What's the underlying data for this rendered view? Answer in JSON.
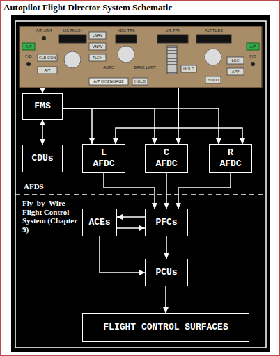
{
  "diagram": {
    "title": "Autopilot Flight Director System Schematic",
    "nodes": [
      {
        "text": [
          "A/T ARM",
          "A/P",
          "F/D",
          "CLB CON",
          "A/T",
          "IAS MACH",
          "LNAV",
          "VNAV",
          "FLCH",
          "HDG TRK",
          "AUTO",
          "BANK LIMIT",
          "A/P DISENGAGE",
          "HOLD",
          "V/S FPA",
          "HOLD",
          "ALTITUDE",
          "HOLD",
          "LOC",
          "APP",
          "A/P",
          "F/D"
        ]
      },
      {
        "text": [
          "FMS"
        ]
      },
      {
        "text": [
          "CDUs"
        ]
      },
      {
        "text": [
          "L AFDC"
        ]
      },
      {
        "text": [
          "C AFDC"
        ]
      },
      {
        "text": [
          "R AFDC"
        ]
      },
      {
        "text": [
          "ACEs"
        ]
      },
      {
        "text": [
          "PFCs"
        ]
      },
      {
        "text": [
          "PCUs"
        ]
      },
      {
        "text": [
          "FLIGHT CONTROL SURFACES"
        ]
      }
    ],
    "edges": [
      {
        "from": 0,
        "to": 1,
        "arrow": "to"
      },
      {
        "from": 1,
        "to": 2,
        "arrow": "both"
      },
      {
        "from": 1,
        "to": 3,
        "arrow": "to"
      },
      {
        "from": 1,
        "to": 4,
        "arrow": "to"
      },
      {
        "from": 1,
        "to": 5,
        "arrow": "to"
      },
      {
        "from": 0,
        "to": 3,
        "arrow": "to"
      },
      {
        "from": 0,
        "to": 4,
        "arrow": "to"
      },
      {
        "from": 0,
        "to": 5,
        "arrow": "to"
      },
      {
        "from": 3,
        "to": 7,
        "arrow": "to"
      },
      {
        "from": 4,
        "to": 7,
        "arrow": "to"
      },
      {
        "from": 5,
        "to": 7,
        "arrow": "to"
      },
      {
        "from": 7,
        "to": 6,
        "arrow": "to"
      },
      {
        "from": 6,
        "to": 7,
        "arrow": "to"
      },
      {
        "from": 7,
        "to": 8,
        "arrow": "to"
      },
      {
        "from": 6,
        "to": 8,
        "arrow": "to"
      },
      {
        "from": 8,
        "to": 9,
        "arrow": "to"
      }
    ],
    "labels": [
      "AFDS",
      "Fly–by–Wire Flight Control System (Chapter 9)"
    ]
  }
}
